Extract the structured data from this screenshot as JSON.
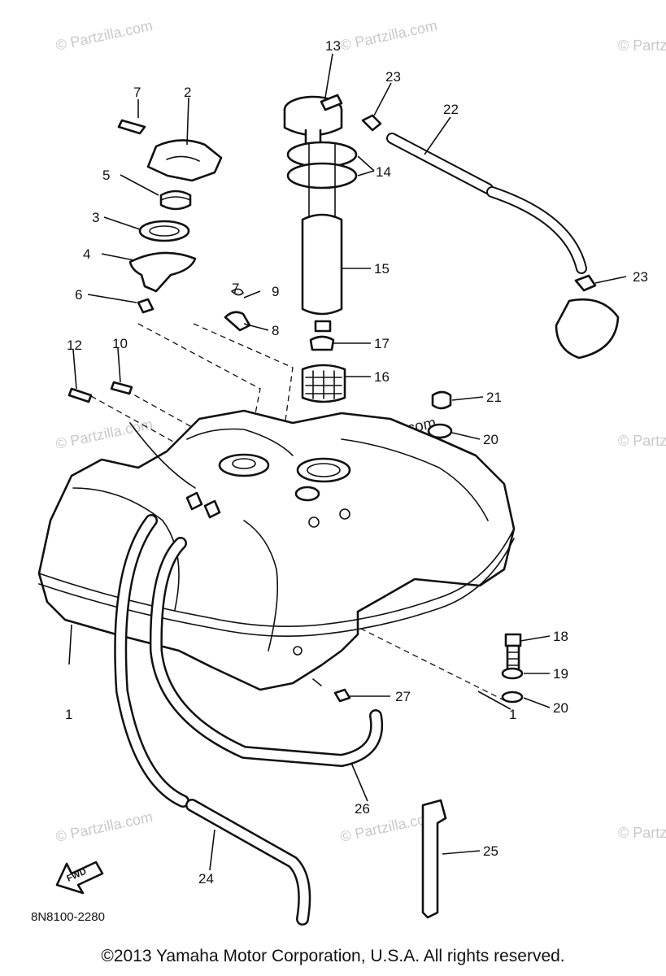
{
  "watermark": "© Partzilla.com",
  "drawing_code": "8N8100-2280",
  "fwd_label": "FWD",
  "copyright": "©2013 Yamaha Motor Corporation, U.S.A. All rights reserved.",
  "callouts": {
    "p1": "1",
    "p1b": "1",
    "p2": "2",
    "p3": "3",
    "p4": "4",
    "p5": "5",
    "p6": "6",
    "p7": "7",
    "p7b": "7",
    "p8": "8",
    "p9": "9",
    "p10": "10",
    "p12": "12",
    "p13": "13",
    "p14": "14",
    "p15": "15",
    "p16": "16",
    "p17": "17",
    "p18": "18",
    "p19": "19",
    "p20": "20",
    "p20b": "20",
    "p21": "21",
    "p22": "22",
    "p23": "23",
    "p23b": "23",
    "p24": "24",
    "p25": "25",
    "p26": "26",
    "p27": "27"
  }
}
